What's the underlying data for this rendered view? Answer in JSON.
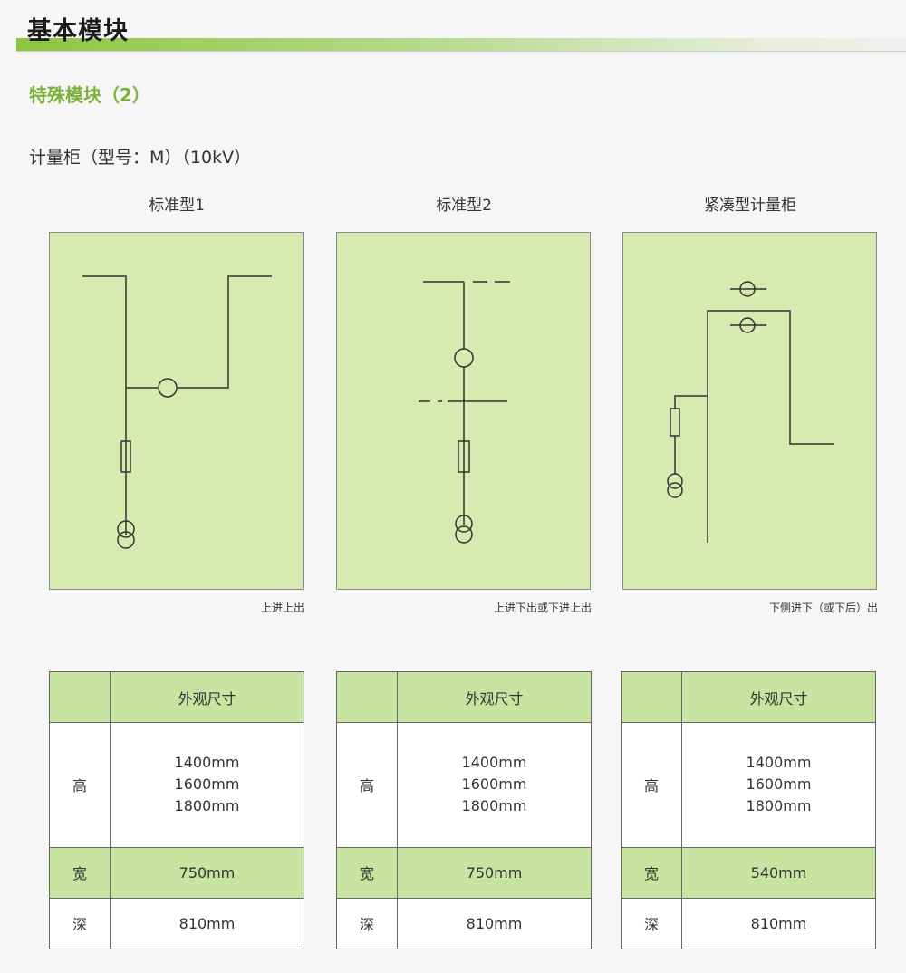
{
  "header": {
    "title": "基本模块"
  },
  "subtitle": "特殊模块（2）",
  "section_heading": "计量柜（型号：M）（10kV）",
  "panels": [
    {
      "title": "标准型1",
      "caption": "上进上出",
      "dims": {
        "header": "外观尺寸",
        "height_label": "高",
        "heights": [
          "1400mm",
          "1600mm",
          "1800mm"
        ],
        "width_label": "宽",
        "width": "750mm",
        "depth_label": "深",
        "depth": "810mm"
      }
    },
    {
      "title": "标准型2",
      "caption": "上进下出或下进上出",
      "dims": {
        "header": "外观尺寸",
        "height_label": "高",
        "heights": [
          "1400mm",
          "1600mm",
          "1800mm"
        ],
        "width_label": "宽",
        "width": "750mm",
        "depth_label": "深",
        "depth": "810mm"
      }
    },
    {
      "title": "紧凑型计量柜",
      "caption": "下侧进下（或下后）出",
      "dims": {
        "header": "外观尺寸",
        "height_label": "高",
        "heights": [
          "1400mm",
          "1600mm",
          "1800mm"
        ],
        "width_label": "宽",
        "width": "540mm",
        "depth_label": "深",
        "depth": "810mm"
      }
    }
  ],
  "colors": {
    "accent": "#7ab23a",
    "diagram_bg": "#d8eab0",
    "table_header": "#c7e4a0"
  }
}
